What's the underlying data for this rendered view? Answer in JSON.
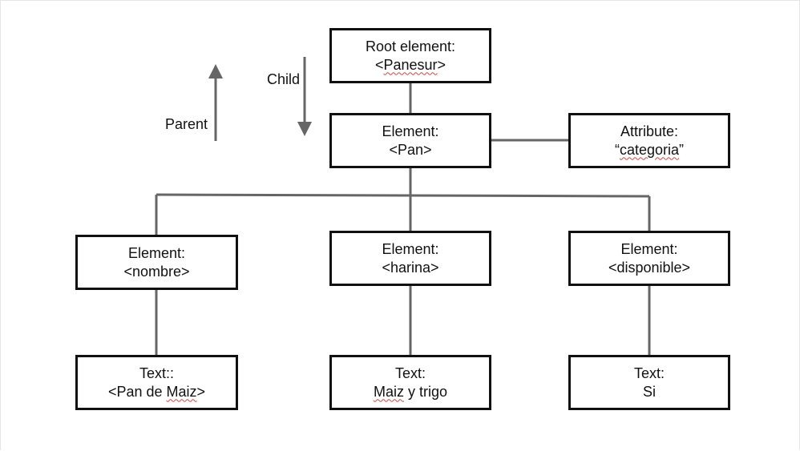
{
  "legend": {
    "child": "Child",
    "parent": "Parent"
  },
  "nodes": {
    "root": {
      "line1": "Root element:",
      "line2_pre": "<",
      "line2_word": "Panesur",
      "line2_post": ">"
    },
    "pan": {
      "line1": "Element:",
      "line2": "<Pan>"
    },
    "attribute": {
      "line1": "Attribute:",
      "line2_pre": "“",
      "line2_word": "categoria",
      "line2_post": "”"
    },
    "nombre": {
      "line1": "Element:",
      "line2": "<nombre>"
    },
    "harina": {
      "line1": "Element:",
      "line2": "<harina>"
    },
    "disponible": {
      "line1": "Element:",
      "line2": "<disponible>"
    },
    "text_nombre": {
      "line1": "Text::",
      "line2_pre": "<Pan de ",
      "line2_word": "Maiz",
      "line2_post": ">"
    },
    "text_harina": {
      "line1": "Text:",
      "line2_word": "Maiz",
      "line2_post": " y trigo"
    },
    "text_disponible": {
      "line1": "Text:",
      "line2": "Si"
    }
  },
  "colors": {
    "connector": "#666666",
    "box_border": "#111111",
    "spellcheck": "#e0413a"
  }
}
